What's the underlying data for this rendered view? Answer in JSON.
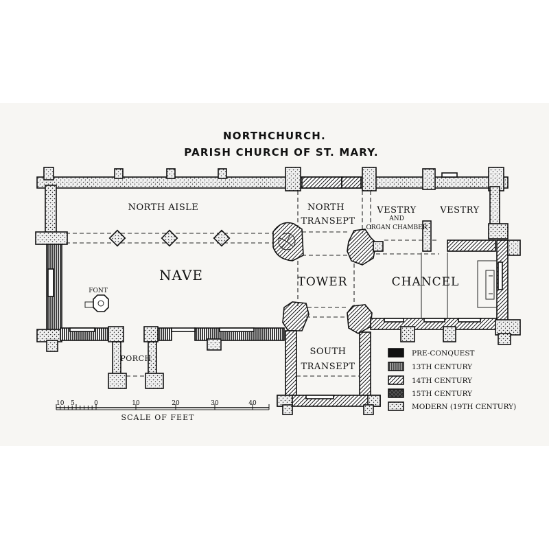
{
  "title_line1": "NORTHCHURCH.",
  "title_line2": "PARISH CHURCH OF ST. MARY.",
  "rooms": {
    "north_aisle": "NORTH AISLE",
    "north_transept_1": "NORTH",
    "north_transept_2": "TRANSEPT",
    "vestry_organ_1": "VESTRY",
    "vestry_organ_2": "AND",
    "vestry_organ_3": "ORGAN CHAMBER",
    "vestry": "VESTRY",
    "nave": "NAVE",
    "tower": "TOWER",
    "chancel": "CHANCEL",
    "font": "FONT",
    "porch": "PORCH",
    "south_transept_1": "SOUTH",
    "south_transept_2": "TRANSEPT"
  },
  "legend": [
    {
      "label": "PRE-CONQUEST",
      "pattern": "solid"
    },
    {
      "label": "13TH CENTURY",
      "pattern": "vertical-hatch"
    },
    {
      "label": "14TH CENTURY",
      "pattern": "diagonal-hatch"
    },
    {
      "label": "15TH CENTURY",
      "pattern": "cross-hatch"
    },
    {
      "label": "MODERN (19TH CENTURY)",
      "pattern": "stipple"
    }
  ],
  "scale": {
    "ticks": [
      "10",
      "5",
      "0",
      "10",
      "20",
      "30",
      "40"
    ],
    "caption": "SCALE OF FEET"
  }
}
